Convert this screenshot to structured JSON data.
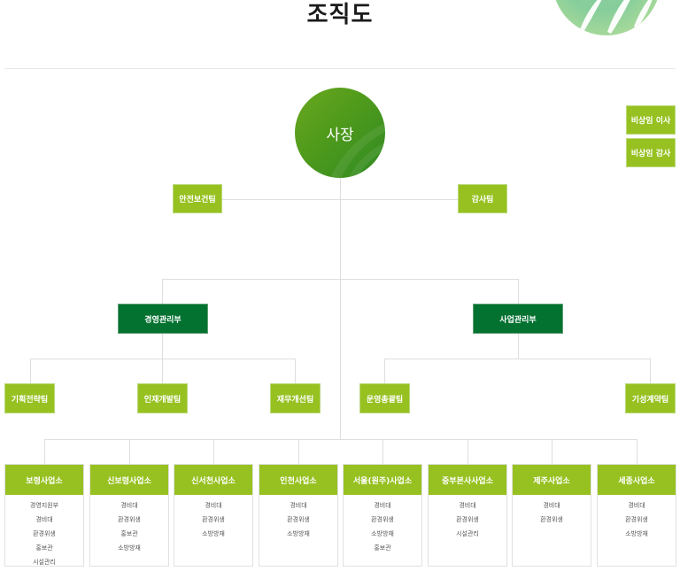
{
  "page": {
    "title": "조직도"
  },
  "colors": {
    "lime": "#97c121",
    "dark_green": "#037231",
    "ceo_green": "#4f9a1c",
    "line": "#dedede"
  },
  "chart": {
    "ceo": {
      "label": "사장"
    },
    "staff": [
      {
        "label": "안전보건팀"
      },
      {
        "label": "감사팀"
      }
    ],
    "board": [
      {
        "label": "비상임 이사"
      },
      {
        "label": "비상임 감사"
      }
    ],
    "divisions": [
      {
        "label": "경영관리부",
        "teams": [
          {
            "label": "기획전략팀"
          },
          {
            "label": "인재개발팀"
          },
          {
            "label": "재무개선팀"
          }
        ]
      },
      {
        "label": "사업관리부",
        "teams": [
          {
            "label": "운영총괄팀"
          },
          {
            "label": "기성계약팀"
          }
        ]
      }
    ],
    "offices": [
      {
        "label": "보령사업소",
        "units": [
          "경영지원부",
          "경비대",
          "환경위생",
          "홍보관",
          "시설관리"
        ]
      },
      {
        "label": "신보령사업소",
        "units": [
          "경비대",
          "환경위생",
          "홍보관",
          "소방방재"
        ]
      },
      {
        "label": "신서천사업소",
        "units": [
          "경비대",
          "환경위생",
          "소방방재"
        ]
      },
      {
        "label": "인천사업소",
        "units": [
          "경비대",
          "환경위생",
          "소방방재"
        ]
      },
      {
        "label": "서울(원주)사업소",
        "units": [
          "경비대",
          "환경위생",
          "소방방재",
          "홍보관"
        ]
      },
      {
        "label": "중부본사사업소",
        "units": [
          "경비대",
          "환경위생",
          "시설관리"
        ]
      },
      {
        "label": "제주사업소",
        "units": [
          "경비대",
          "환경위생"
        ]
      },
      {
        "label": "세종사업소",
        "units": [
          "경비대",
          "환경위생",
          "소방방재"
        ]
      }
    ]
  }
}
